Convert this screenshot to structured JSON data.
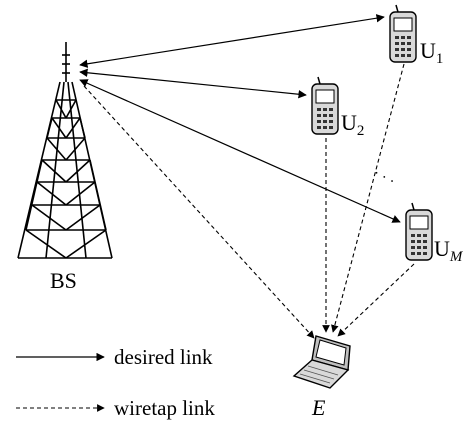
{
  "nodes": {
    "bs": {
      "label": "BS"
    },
    "eve": {
      "label": "E"
    },
    "users": [
      {
        "base": "U",
        "sub": "1"
      },
      {
        "base": "U",
        "sub": "2"
      },
      {
        "base": "U",
        "sub": "M"
      }
    ],
    "ellipsis": "·  ·  ·"
  },
  "legend": {
    "desired": "desired link",
    "wiretap": "wiretap link"
  },
  "colors": {
    "line": "#000000",
    "phone_body": "#d9d9d9",
    "phone_screen": "#ffffff",
    "laptop_body": "#bfbfbf"
  }
}
